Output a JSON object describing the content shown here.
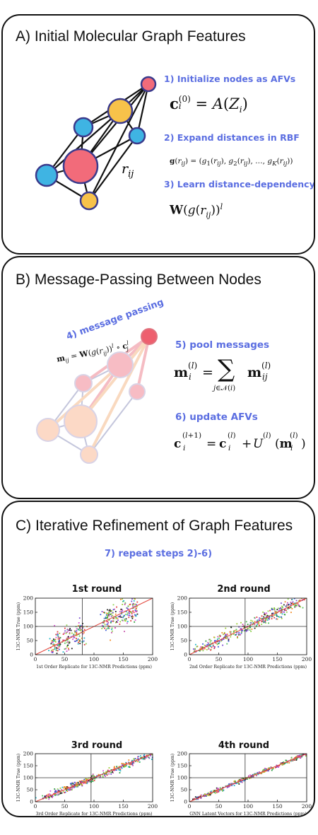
{
  "panels": {
    "a_title": "A) Initial Molecular Graph Features",
    "b_title": "B) Message-Passing Between Nodes",
    "c_title": "C) Iterative Refinement of Graph Features"
  },
  "steps": {
    "s1": "1) Initialize nodes as AFVs",
    "s2": "2) Expand distances in RBF",
    "s3": "3) Learn distance-dependency",
    "s4": "4) message passing",
    "s5": "5) pool messages",
    "s6": "6) update AFVs",
    "s7": "7) repeat steps 2)-6)"
  },
  "labels": {
    "rij": "r",
    "rij_sub": "ij"
  },
  "colors": {
    "accent_blue": "#5b6ee1",
    "node_pink": "#f26b7a",
    "node_yellow": "#f7c24a",
    "node_cyan": "#3fb4e3",
    "node_outline": "#3a3a8c",
    "fit_line": "#e2453c"
  },
  "chart_data": [
    {
      "type": "scatter",
      "title": "1st round",
      "xlabel": "1st Order Replicate for 13C-NMR Predictions (ppm)",
      "ylabel": "13C-NMR True (ppm)",
      "xlim": [
        0,
        200
      ],
      "ylim": [
        0,
        200
      ],
      "xticks": [
        0,
        50,
        100,
        150,
        200
      ],
      "yticks": [
        0,
        50,
        100,
        150,
        200
      ],
      "reference_lines": {
        "vertical_x": 80,
        "horizontal_y": 100
      },
      "spread": 22
    },
    {
      "type": "scatter",
      "title": "2nd round",
      "xlabel": "2nd Order Replicate for 13C-NMR Predictions (ppm)",
      "ylabel": "13C-NMR True (ppm)",
      "xlim": [
        0,
        200
      ],
      "ylim": [
        0,
        200
      ],
      "xticks": [
        0,
        50,
        100,
        150,
        200
      ],
      "yticks": [
        0,
        50,
        100,
        150,
        200
      ],
      "reference_lines": {
        "vertical_x": 95,
        "horizontal_y": 100
      },
      "spread": 12
    },
    {
      "type": "scatter",
      "title": "3rd round",
      "xlabel": "3rd Order Replicate for 13C-NMR Predictions (ppm)",
      "ylabel": "13C-NMR True (ppm)",
      "xlim": [
        0,
        200
      ],
      "ylim": [
        0,
        200
      ],
      "xticks": [
        0,
        50,
        100,
        150,
        200
      ],
      "yticks": [
        0,
        50,
        100,
        150,
        200
      ],
      "reference_lines": {
        "vertical_x": 95,
        "horizontal_y": 100
      },
      "spread": 7
    },
    {
      "type": "scatter",
      "title": "4th round",
      "xlabel": "GNN Latent Vectors for 13C-NMR Predictions (ppm)",
      "ylabel": "13C-NMR True (ppm)",
      "xlim": [
        0,
        200
      ],
      "ylim": [
        0,
        200
      ],
      "xticks": [
        0,
        50,
        100,
        150,
        200
      ],
      "yticks": [
        0,
        50,
        100,
        150,
        200
      ],
      "reference_lines": {
        "vertical_x": 95,
        "horizontal_y": 100
      },
      "spread": 4
    }
  ]
}
